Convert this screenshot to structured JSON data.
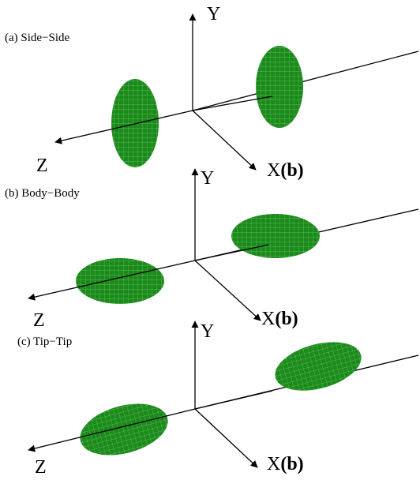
{
  "colors": {
    "ellipse_fill": "#1a8a1a",
    "ellipse_grid": "#7fd07f",
    "axis": "#000000"
  },
  "panels": [
    {
      "label": "(a) Side−Side",
      "axis_y": "Y",
      "axis_z": "Z",
      "axis_x": "X",
      "axis_x_suffix": "(b)"
    },
    {
      "label": "(b) Body−Body",
      "axis_y": "Y",
      "axis_z": "Z",
      "axis_x": "X",
      "axis_x_suffix": "(b)"
    },
    {
      "label": "(c) Tip−Tip",
      "axis_y": "Y",
      "axis_z": "Z",
      "axis_x": "X",
      "axis_x_suffix": "(b)"
    }
  ]
}
